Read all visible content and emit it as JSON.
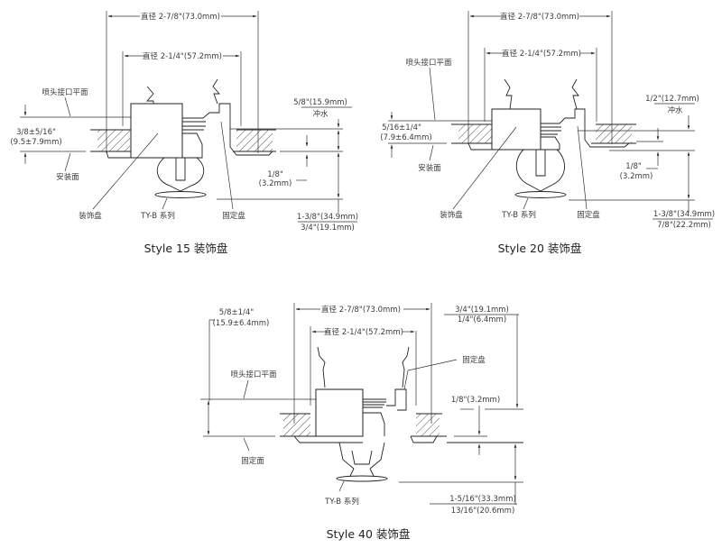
{
  "colors": {
    "line": "#222222",
    "text": "#3a3a3a",
    "background": "#ffffff"
  },
  "figures": [
    {
      "caption": "Style 15 装饰盘",
      "dia_outer": "直径 2-7/8\"(73.0mm)",
      "dia_inner": "直径 2-1/4\"(57.2mm)",
      "nozzle_plane": "喷头接口平面",
      "mount_plane": "安装面",
      "offset_top": "3/8±5/16\"",
      "offset_bottom": "(9.5±7.9mm)",
      "flush_value": "5/8\"(15.9mm)",
      "flush_label": "冲水",
      "gap_top": "1/8\"",
      "gap_bottom": "(3.2mm)",
      "total_top": "1-3/8\"(34.9mm)",
      "total_bottom": "3/4\"(19.1mm)",
      "escutcheon": "装饰盘",
      "series": "TY-B 系列",
      "retainer": "固定盘"
    },
    {
      "caption": "Style 20 装饰盘",
      "dia_outer": "直径 2-7/8\"(73.0mm)",
      "dia_inner": "直径 2-1/4\"(57.2mm)",
      "nozzle_plane": "喷头接口平面",
      "mount_plane": "安装面",
      "offset_top": "5/16±1/4\"",
      "offset_bottom": "(7.9±6.4mm)",
      "flush_value": "1/2\"(12.7mm)",
      "flush_label": "冲水",
      "gap_top": "1/8\"",
      "gap_bottom": "(3.2mm)",
      "total_top": "1-3/8\"(34.9mm)",
      "total_bottom": "7/8\"(22.2mm)",
      "escutcheon": "装饰盘",
      "series": "TY-B 系列",
      "retainer": "固定盘"
    },
    {
      "caption": "Style 40 装饰盘",
      "dia_outer": "直径 2-7/8\"(73.0mm)",
      "dia_inner": "直径 2-1/4\"(57.2mm)",
      "nozzle_plane": "喷头接口平面",
      "fix_plane": "固定面",
      "offset_top": "5/8±1/4\"",
      "offset_bottom": "(15.9±6.4mm)",
      "upper_top": "3/4\"(19.1mm)",
      "upper_bottom": "1/4\"(6.4mm)",
      "gap": "1/8\"(3.2mm)",
      "total_top": "1-5/16\"(33.3mm)",
      "total_bottom": "13/16\"(20.6mm)",
      "series": "TY-B 系列",
      "retainer": "固定盘"
    }
  ]
}
